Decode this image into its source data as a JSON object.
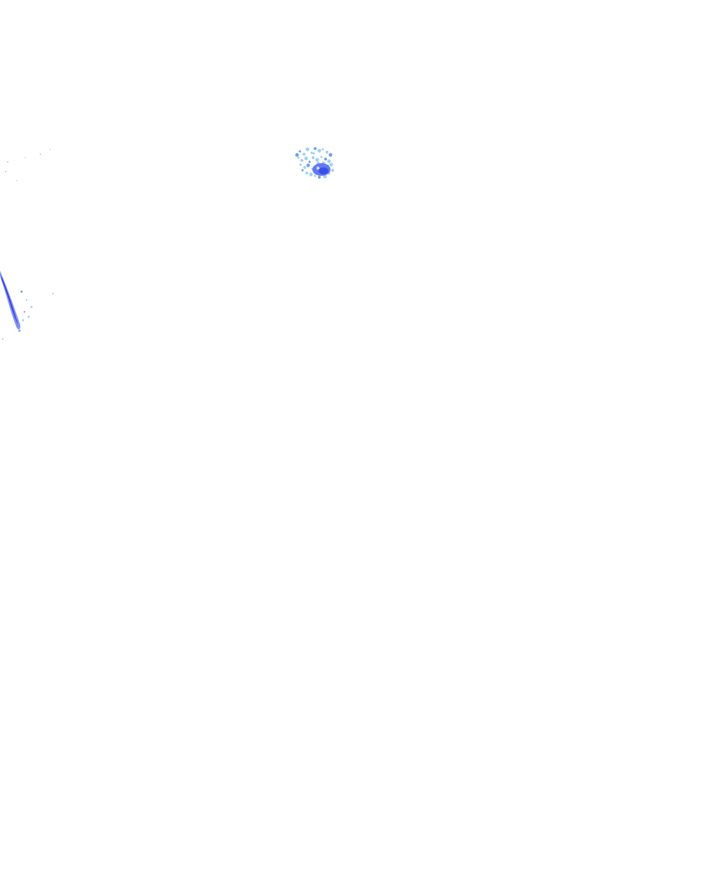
{
  "map": {
    "background_color": "#ffffff",
    "layer": "precipitation-echo-overlay",
    "colors": {
      "light_echo": "#8ec8f0",
      "medium_echo": "#5a8cf0",
      "strong_echo": "#2b3ee6"
    },
    "features": [
      {
        "kind": "echo-cluster",
        "name": "central-echo-cluster"
      },
      {
        "kind": "echo-streak",
        "name": "left-edge-echo-streak"
      },
      {
        "kind": "scattered-specks",
        "name": "upper-left-specks"
      }
    ]
  }
}
